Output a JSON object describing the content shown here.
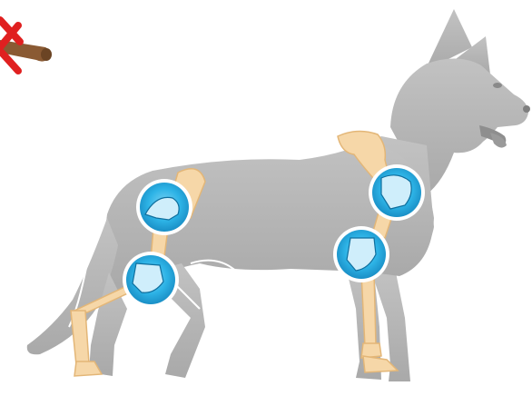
{
  "illustration": {
    "subject": "dog",
    "highlighted_joints": [
      "hip",
      "knee",
      "shoulder",
      "elbow"
    ]
  },
  "icons": {
    "stick": "stick-icon",
    "cross": "x-mark-icon"
  },
  "colors": {
    "silhouette": "#b9b9b9",
    "silhouette_dark": "#a3a3a3",
    "bone": "#f6d7a8",
    "bone_outline": "#e3b677",
    "joint_fill": "#27aee3",
    "joint_ring": "#ffffff",
    "stick": "#8a5a33",
    "cross": "#e02020"
  }
}
